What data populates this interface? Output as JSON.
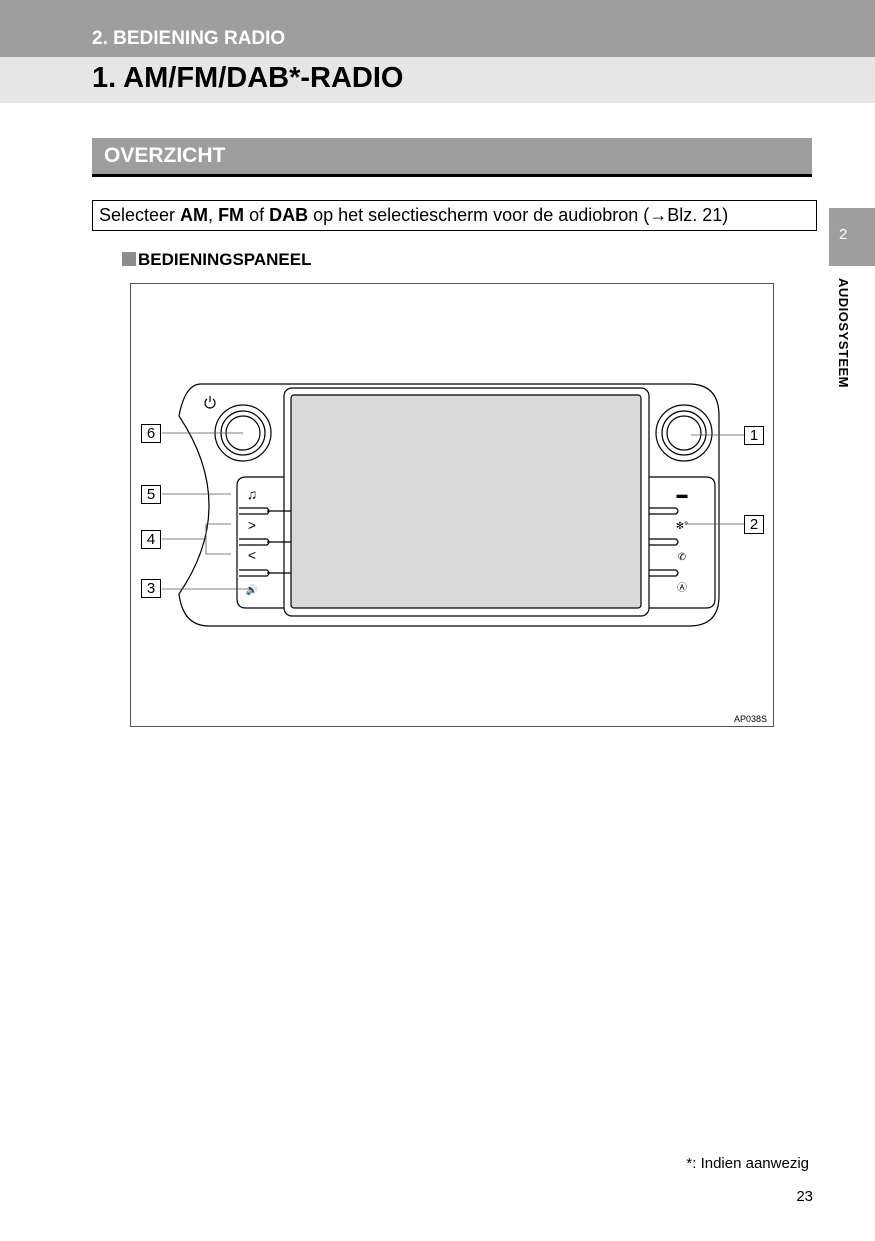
{
  "header": {
    "section": "2. BEDIENING RADIO",
    "title": "1. AM/FM/DAB*-RADIO"
  },
  "side_tab": {
    "number": "2",
    "label": "AUDIOSYSTEEM"
  },
  "overview": {
    "heading": "OVERZICHT",
    "instruction": {
      "pre": "Selecteer ",
      "am": "AM",
      "sep1": ", ",
      "fm": "FM",
      "sep2": " of ",
      "dab": "DAB",
      "post": " op het selectiescherm voor de audiobron (→Blz. 21)"
    }
  },
  "panel": {
    "heading": "BEDIENINGSPANEEL",
    "figure_code": "AP038S",
    "callouts": [
      "1",
      "2",
      "3",
      "4",
      "5",
      "6"
    ],
    "left_buttons": {
      "next": ">",
      "prev": "<"
    }
  },
  "footnote": "*: Indien aanwezig",
  "page_number": "23"
}
